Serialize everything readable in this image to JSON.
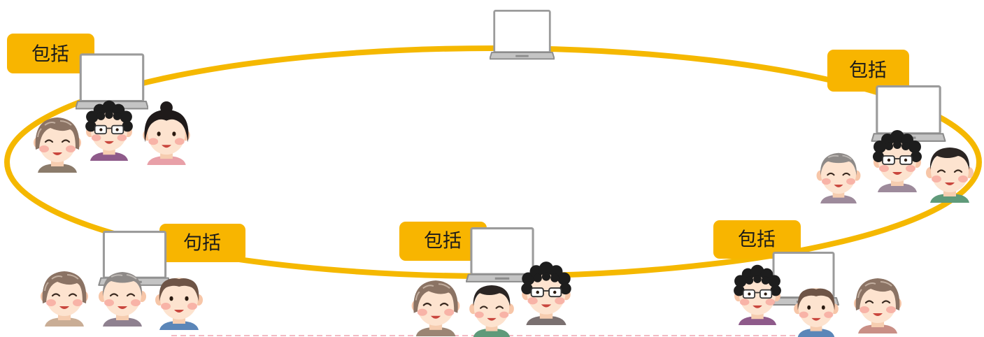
{
  "labels": {
    "top_left": "包括",
    "top_right": "包括",
    "bottom_left": "句括",
    "bottom_center": "包括",
    "bottom_right": "包括"
  },
  "colors": {
    "ring": "#F5B800",
    "label_background": "#F8B500",
    "label_text": "#1a1a1a",
    "laptop_screen": "#ffffff",
    "laptop_frame": "#9b9b9b"
  },
  "icons": {
    "laptop": "laptop-icon",
    "person": "elderly-person-icon"
  }
}
